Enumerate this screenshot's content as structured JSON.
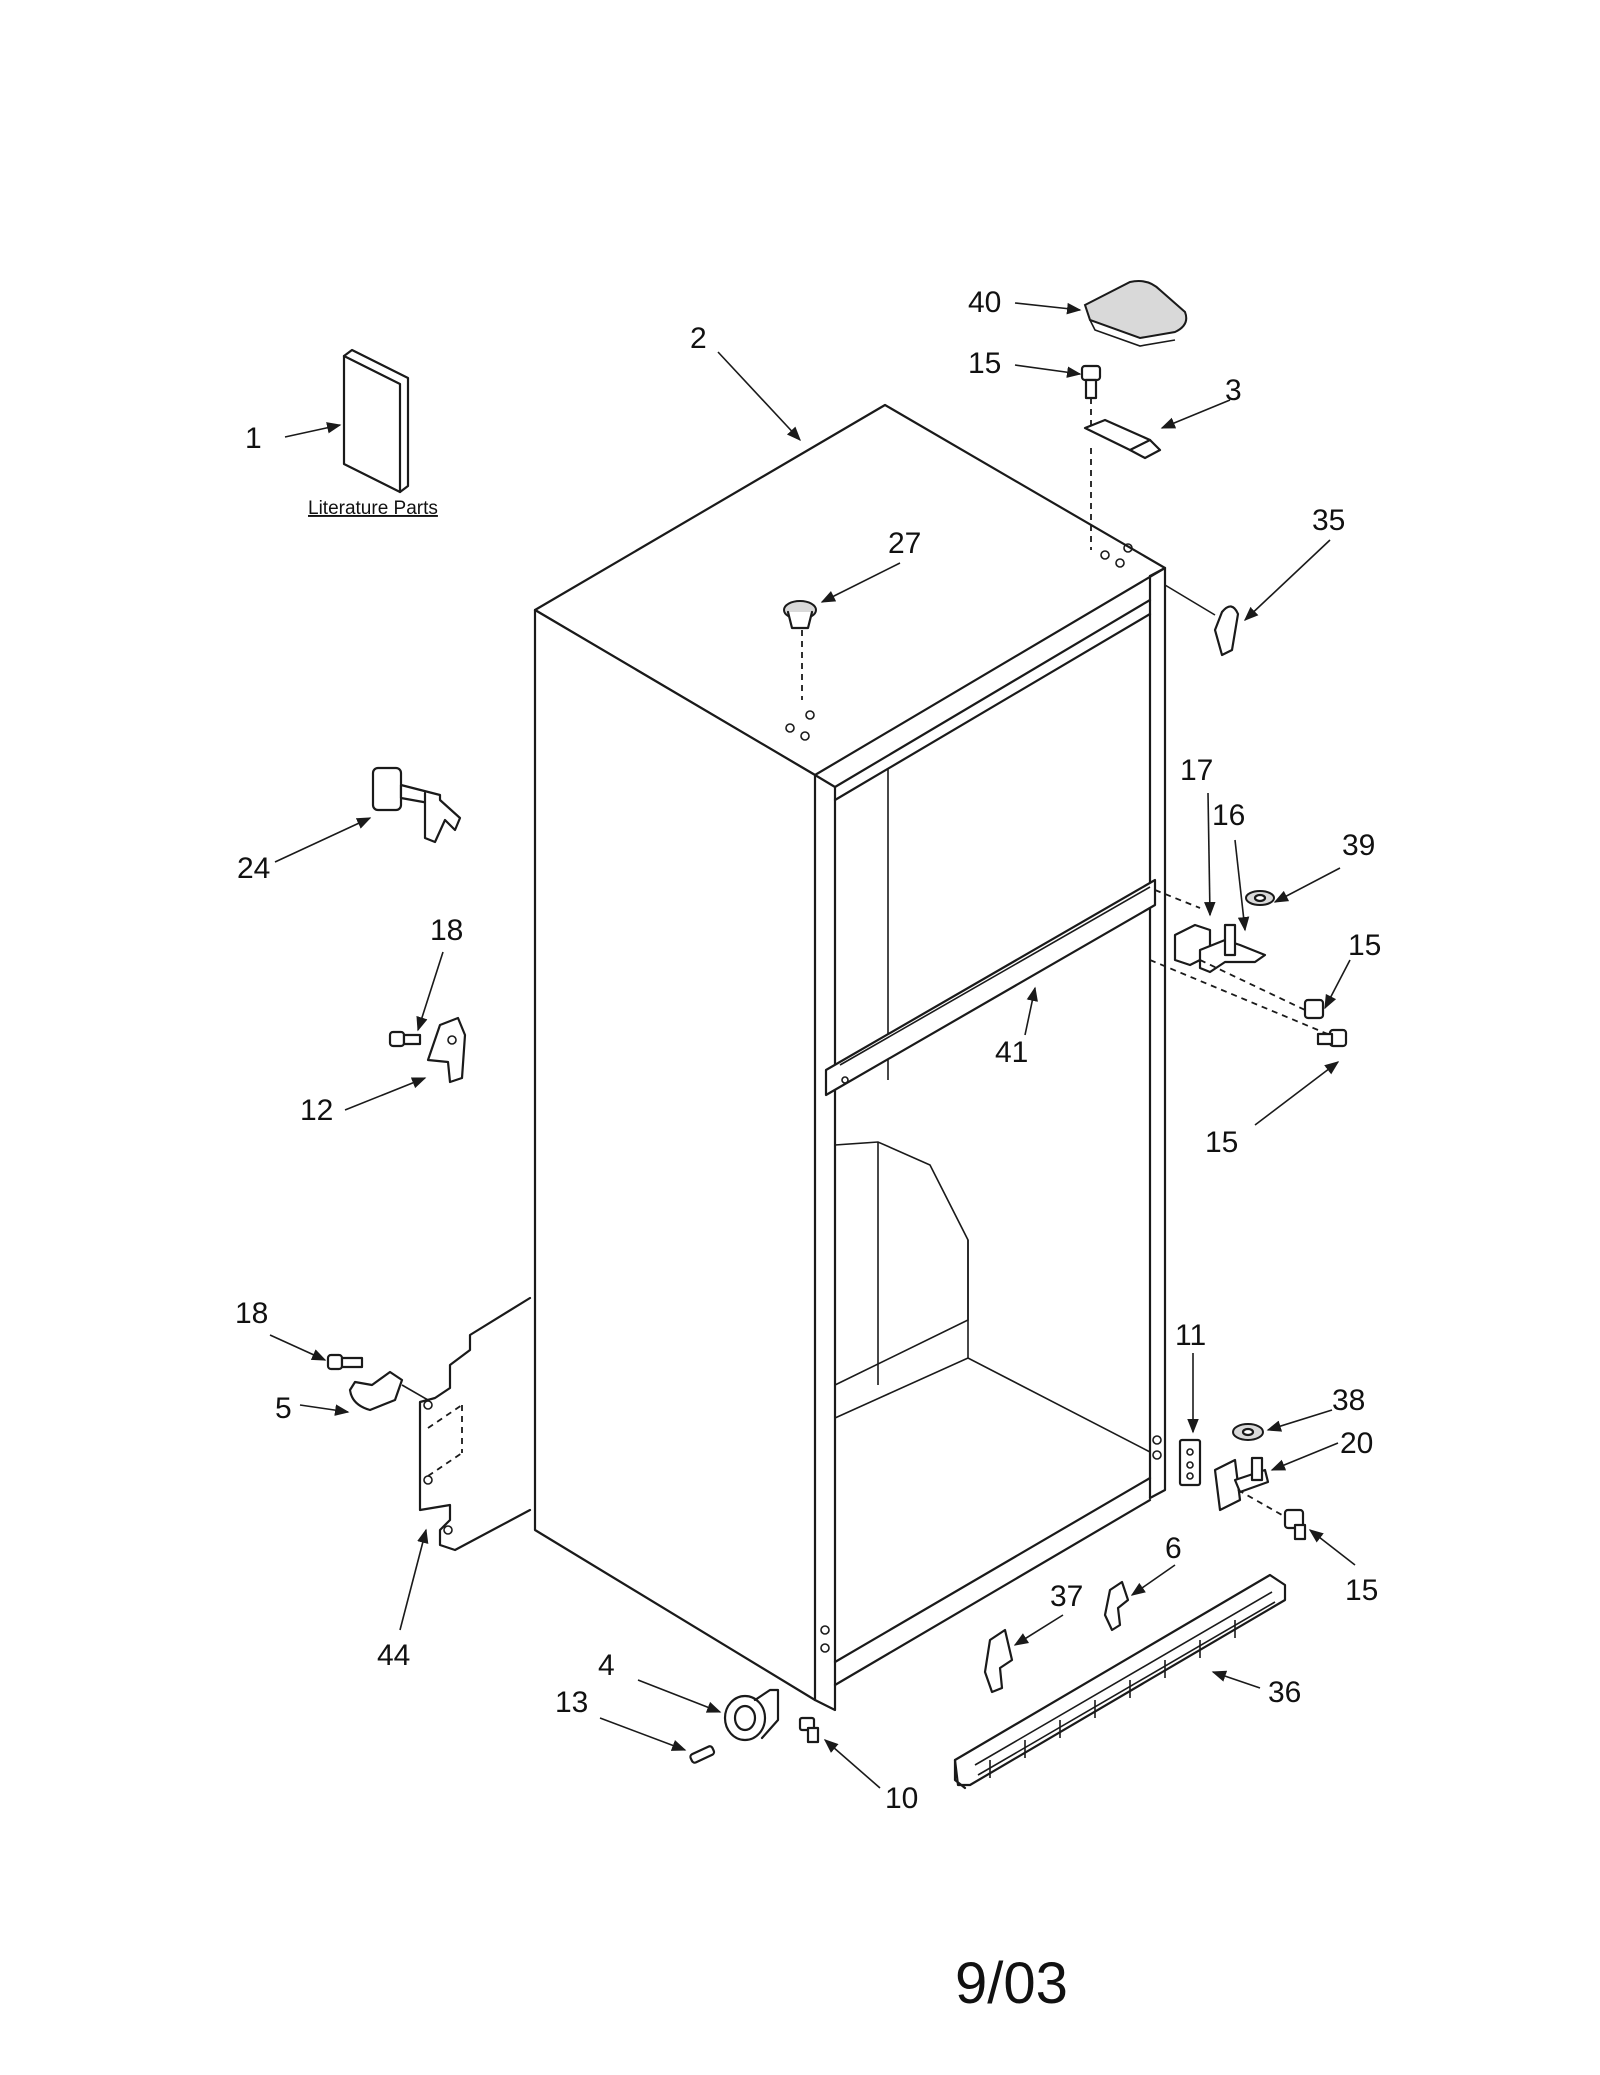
{
  "literature_caption": "Literature Parts",
  "date_code": "9/03",
  "callouts": {
    "c1": "1",
    "c2": "2",
    "c3": "3",
    "c40": "40",
    "c15_top": "15",
    "c27": "27",
    "c35": "35",
    "c24": "24",
    "c18_upper": "18",
    "c12": "12",
    "c17": "17",
    "c16": "16",
    "c39": "39",
    "c15_right_a": "15",
    "c41": "41",
    "c15_right_b": "15",
    "c18_lower": "18",
    "c5": "5",
    "c44": "44",
    "c11": "11",
    "c38": "38",
    "c20": "20",
    "c15_lower": "15",
    "c6": "6",
    "c37": "37",
    "c36": "36",
    "c4": "4",
    "c13": "13",
    "c10": "10"
  }
}
